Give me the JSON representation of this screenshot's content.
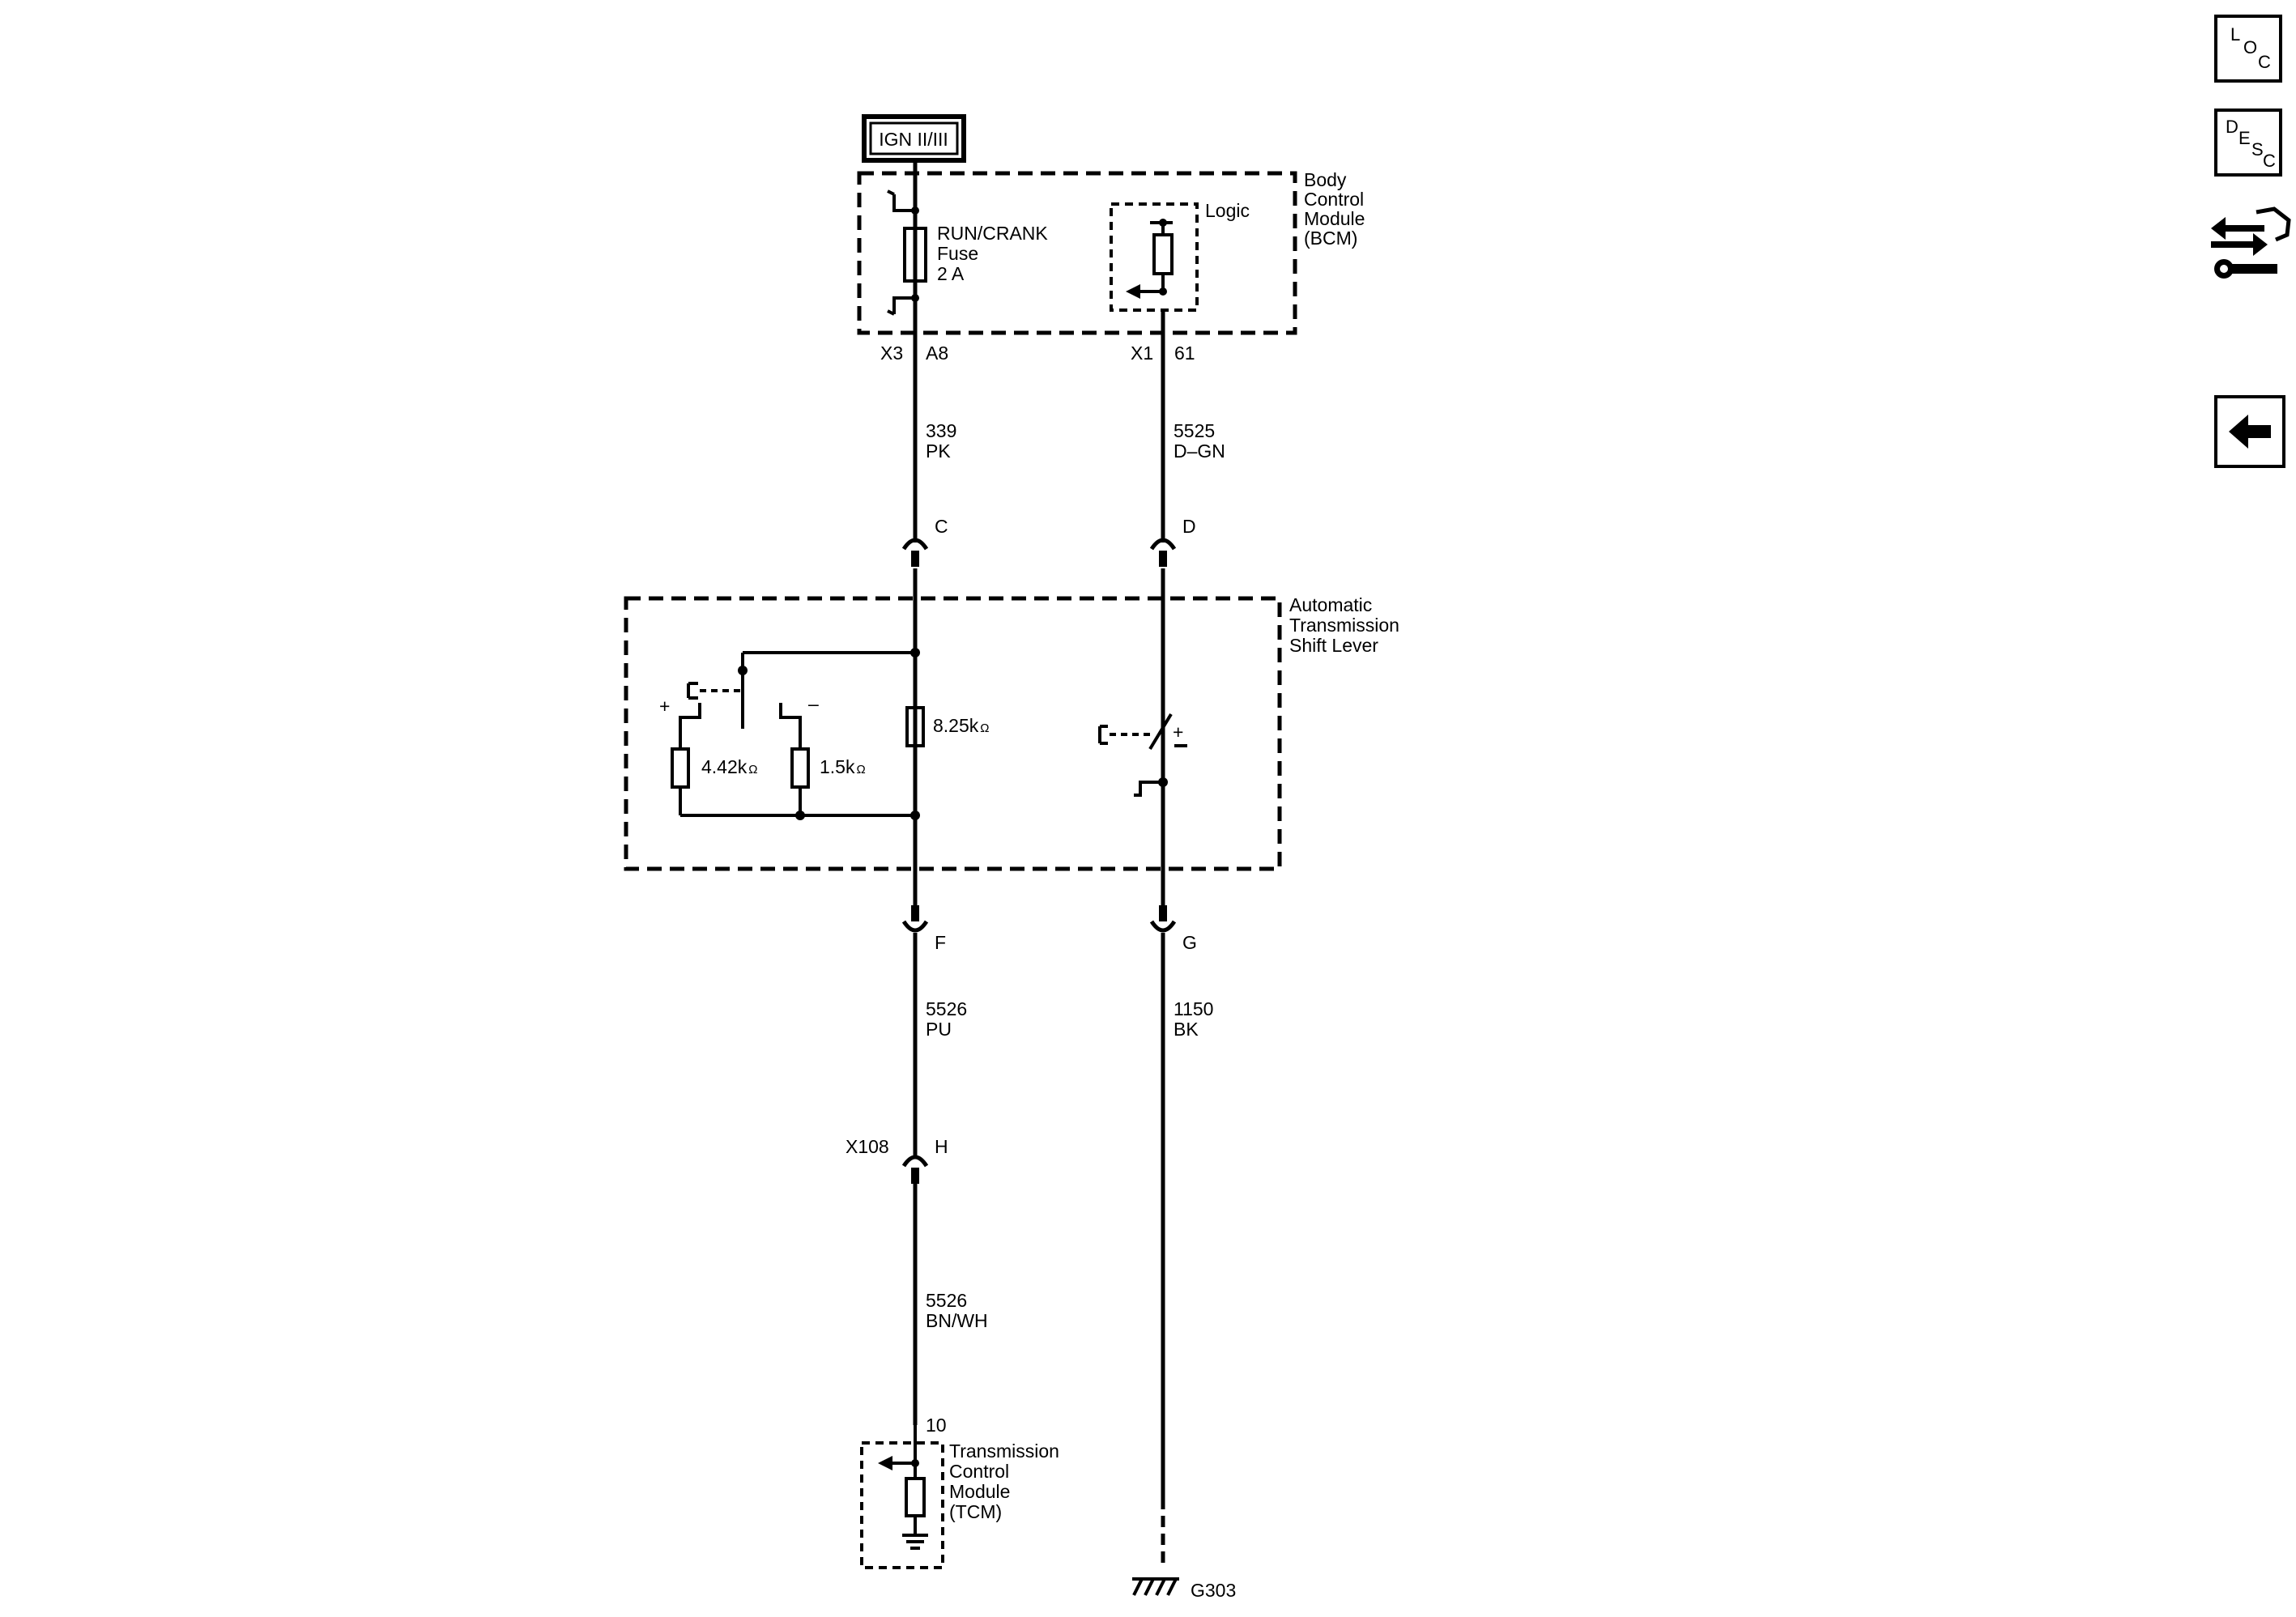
{
  "power_source": "IGN II/III",
  "bcm": {
    "name_lines": [
      "Body",
      "Control",
      "Module",
      "(BCM)"
    ],
    "fuse_lines": [
      "RUN/CRANK",
      "Fuse",
      "2 A"
    ],
    "logic_label": "Logic",
    "connector_left": "X3",
    "pin_left": "A8",
    "connector_right": "X1",
    "pin_right": "61"
  },
  "wires": {
    "w339": {
      "circuit": "339",
      "color": "PK"
    },
    "w5525": {
      "circuit": "5525",
      "color": "D–GN"
    },
    "w5526a": {
      "circuit": "5526",
      "color": "PU"
    },
    "w1150": {
      "circuit": "1150",
      "color": "BK"
    },
    "w5526b": {
      "circuit": "5526",
      "color": "BN/WH"
    }
  },
  "pins": {
    "c": "C",
    "d": "D",
    "f": "F",
    "g": "G",
    "h": "H",
    "x108": "X108",
    "tcm": "10"
  },
  "shift_lever": {
    "name_lines": [
      "Automatic",
      "Transmission",
      "Shift Lever"
    ],
    "r1": "4.42k",
    "r2": "1.5k",
    "r3": "8.25k",
    "ohm": "Ω",
    "plus": "+",
    "minus": "–"
  },
  "tcm": {
    "name_lines": [
      "Transmission",
      "Control",
      "Module",
      "(TCM)"
    ]
  },
  "ground_label": "G303",
  "nav": {
    "loc": [
      "L",
      "O",
      "C"
    ],
    "desc": [
      "D",
      "E",
      "S",
      "C"
    ],
    "icons": [
      "connector-swap-icon",
      "back-arrow-icon"
    ]
  }
}
